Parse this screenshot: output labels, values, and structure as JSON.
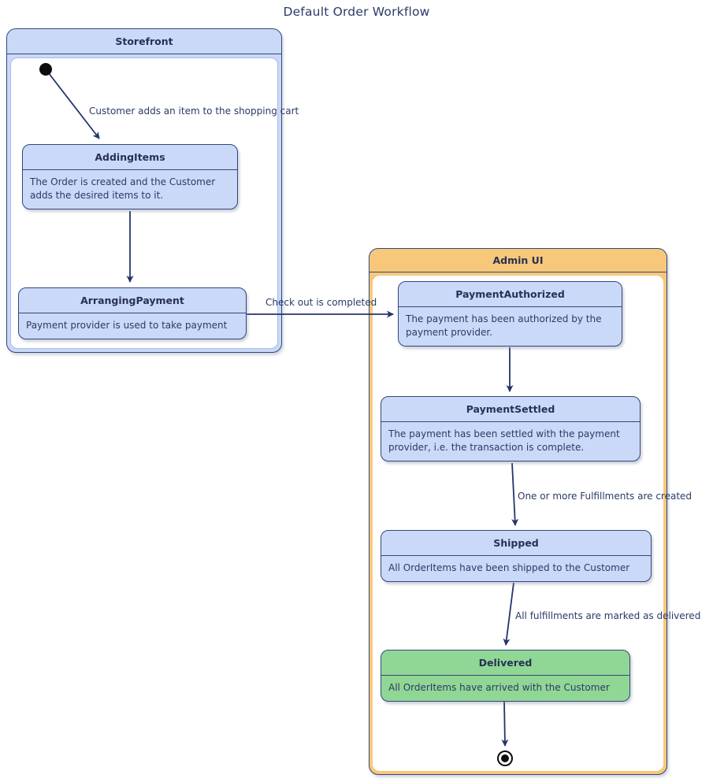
{
  "title": "Default Order Workflow",
  "containers": {
    "storefront": {
      "label": "Storefront"
    },
    "admin_ui": {
      "label": "Admin UI"
    }
  },
  "states": {
    "adding_items": {
      "name": "AddingItems",
      "description": "The Order is created and the Customer adds the desired items to it."
    },
    "arranging_payment": {
      "name": "ArrangingPayment",
      "description": "Payment provider is used to take payment"
    },
    "payment_authorized": {
      "name": "PaymentAuthorized",
      "description": "The payment has been authorized by the payment provider."
    },
    "payment_settled": {
      "name": "PaymentSettled",
      "description": "The payment has been settled with the payment provider, i.e. the transaction is complete."
    },
    "shipped": {
      "name": "Shipped",
      "description": "All OrderItems have been shipped to the Customer"
    },
    "delivered": {
      "name": "Delivered",
      "description": "All OrderItems have arrived with the Customer"
    }
  },
  "transitions": {
    "add_item": {
      "label": "Customer adds an item to the shopping cart"
    },
    "checkout": {
      "label": "Check out is completed"
    },
    "fulfillments_created": {
      "label": "One or more Fulfillments are created"
    },
    "fulfillments_delivered": {
      "label": "All fulfillments are marked as delivered"
    }
  },
  "colors": {
    "state_fill": "#c9d9f7",
    "state_border": "#33477b",
    "storefront_header_fill": "#c9d9f7",
    "admin_header_fill": "#f8c87a",
    "delivered_fill": "#90d795",
    "arrow": "#24356b",
    "text": "#2b3a67",
    "background": "#ffffff"
  }
}
